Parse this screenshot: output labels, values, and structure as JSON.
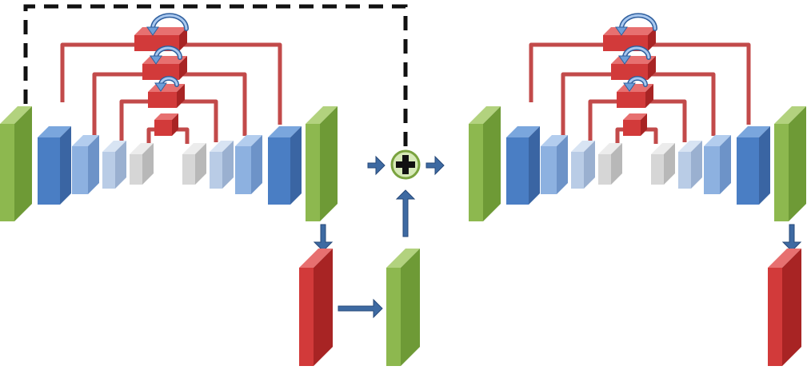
{
  "diagram": {
    "description_text": "",
    "colors": {
      "green": "#8db84f",
      "green_light": "#b2d27e",
      "green_dark": "#6e9a36",
      "blue_dark": "#4a7ec4",
      "blue_dark_light": "#7aa6dd",
      "blue_dark_side": "#3a65a3",
      "blue_mid": "#8db1e0",
      "blue_mid_light": "#b3cdee",
      "blue_mid_side": "#6d93c8",
      "blue_light": "#b9cce6",
      "blue_light_top": "#d8e4f3",
      "blue_light_side": "#9ab0d0",
      "gray": "#d6d6d6",
      "gray_top": "#ececec",
      "gray_side": "#b8b8b8",
      "red": "#d23a3a",
      "red_light": "#e77070",
      "red_dark": "#a82424",
      "connector": "#c24a4a",
      "arrow": "#3e6aa2",
      "loop_arrow": "#6e9fd8",
      "dashed": "#111111",
      "plus_fill": "#d7eab8",
      "plus_stroke": "#7aa33f"
    },
    "icons": [
      "plus-circle-icon",
      "right-arrow-icon",
      "up-arrow-icon",
      "down-arrow-icon",
      "loop-arrow-icon"
    ],
    "modules": [
      "hourglass-module-1",
      "hourglass-module-2"
    ],
    "intermediate": [
      "red-prediction-block",
      "green-remap-block"
    ]
  }
}
